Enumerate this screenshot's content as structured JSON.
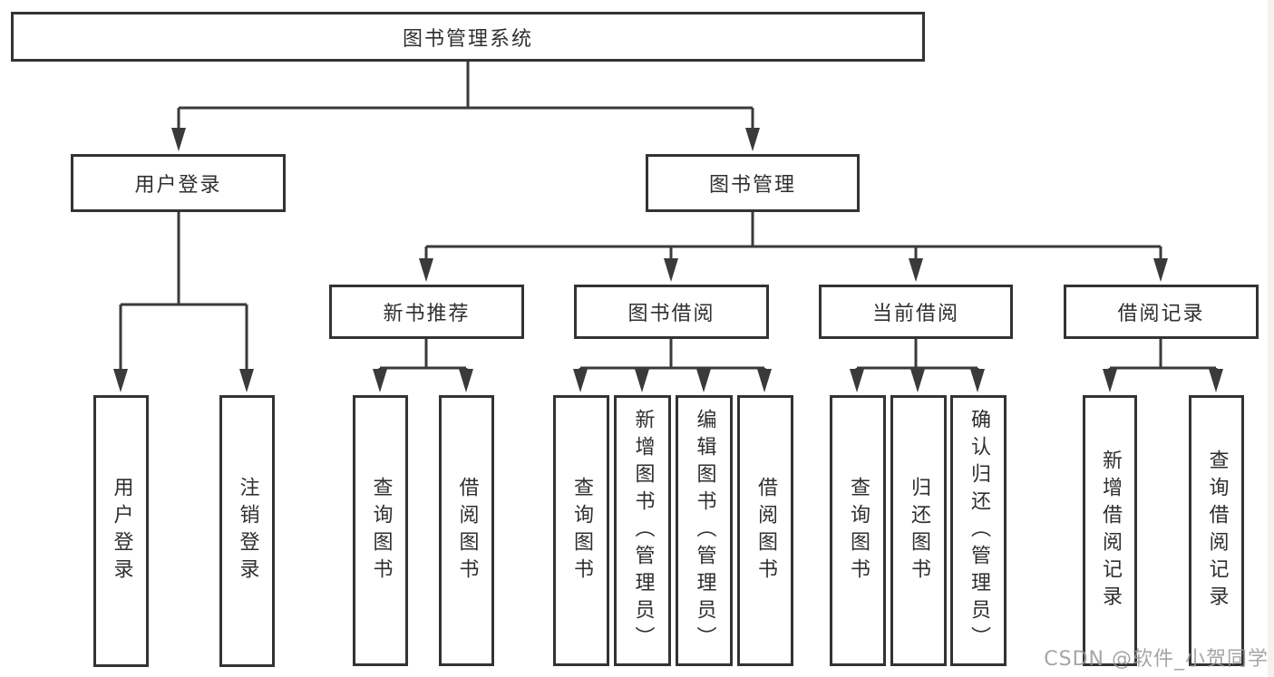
{
  "tree": {
    "root": {
      "label": "图书管理系统"
    },
    "user_login": {
      "label": "用户登录",
      "children": [
        {
          "label": "用户登录"
        },
        {
          "label": "注销登录"
        }
      ]
    },
    "book_mgmt": {
      "label": "图书管理",
      "sections": [
        {
          "label": "新书推荐",
          "children": [
            {
              "label": "查询图书"
            },
            {
              "label": "借阅图书"
            }
          ]
        },
        {
          "label": "图书借阅",
          "children": [
            {
              "label": "查询图书"
            },
            {
              "label": "新增图书（管理员）"
            },
            {
              "label": "编辑图书（管理员）"
            },
            {
              "label": "借阅图书"
            }
          ]
        },
        {
          "label": "当前借阅",
          "children": [
            {
              "label": "查询图书"
            },
            {
              "label": "归还图书"
            },
            {
              "label": "确认归还（管理员）"
            }
          ]
        },
        {
          "label": "借阅记录",
          "children": [
            {
              "label": "新增借阅记录"
            },
            {
              "label": "查询借阅记录"
            }
          ]
        }
      ]
    }
  },
  "watermark": {
    "text": "CSDN @软件_小贺同学"
  },
  "colors": {
    "line": "#3a3a3a",
    "box_border": "#333333",
    "box_fill": "#ffffff",
    "label_text": "#2f2f2f",
    "watermark_text": "#989898"
  }
}
